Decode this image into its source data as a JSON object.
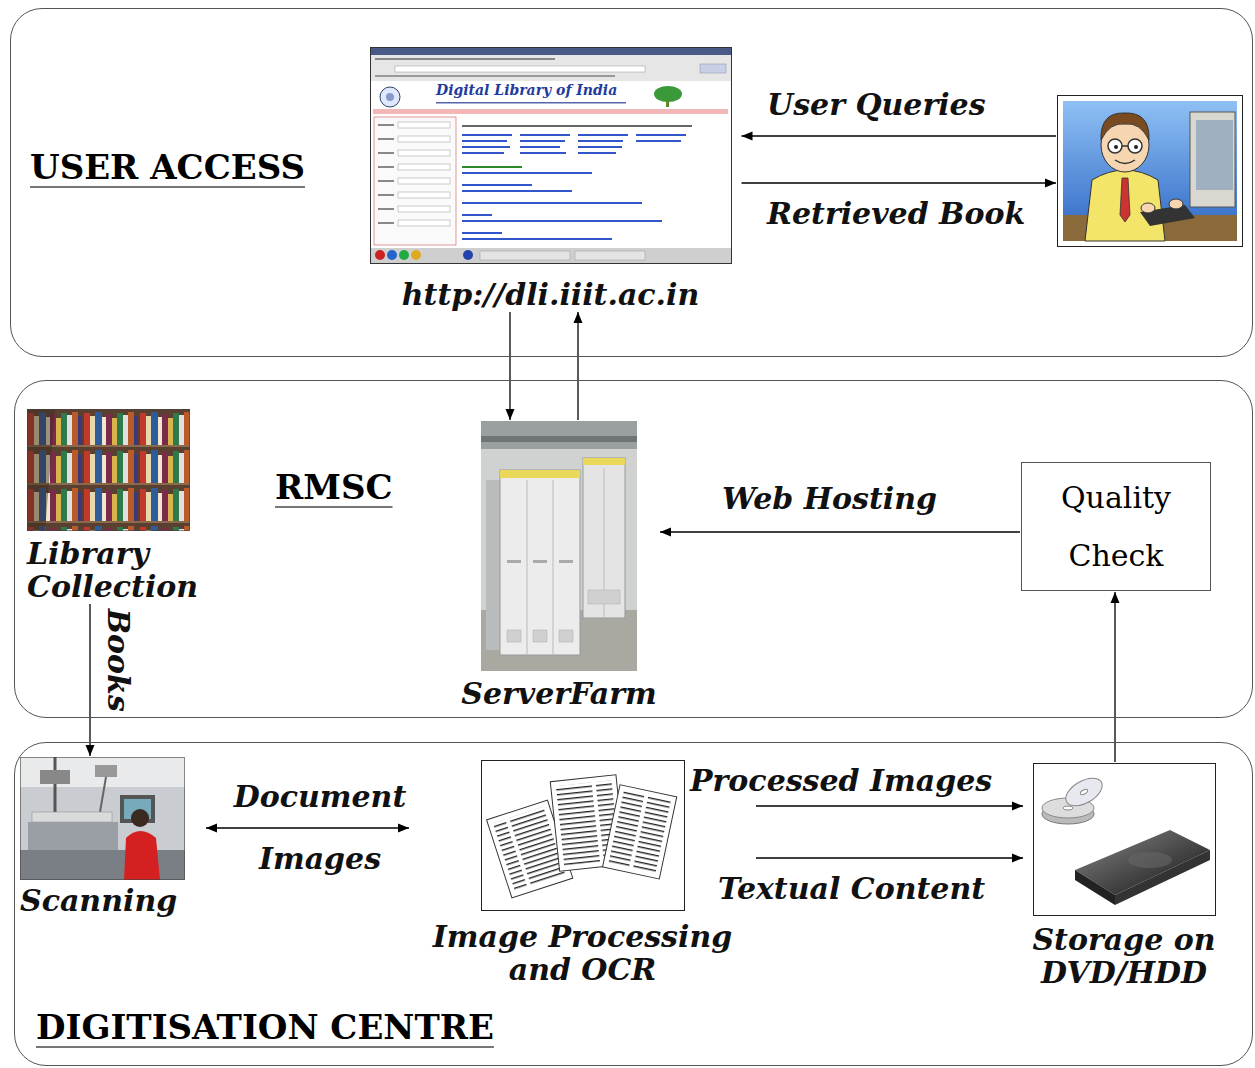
{
  "diagram": {
    "nodes": [
      {
        "text": [
          "USER ACCESS"
        ]
      },
      {
        "text": [
          "Digital Library of India",
          "http://dli.iiit.ac.in"
        ],
        "in": 0
      },
      {
        "text": [],
        "in": 0
      },
      {
        "text": [
          "RMSC"
        ]
      },
      {
        "text": [
          "Library Collection"
        ],
        "in": 3
      },
      {
        "text": [
          "ServerFarm"
        ],
        "in": 3
      },
      {
        "text": [
          "Quality Check"
        ],
        "in": 3
      },
      {
        "text": [
          "DIGITISATION CENTRE"
        ]
      },
      {
        "text": [
          "Scanning"
        ],
        "in": 7
      },
      {
        "text": [
          "Image Processing and OCR"
        ],
        "in": 7
      },
      {
        "text": [
          "Storage on DVD/HDD"
        ],
        "in": 7
      }
    ],
    "edges": [
      {
        "from": 2,
        "to": 1,
        "label": "User Queries",
        "arrow": "to"
      },
      {
        "from": 1,
        "to": 2,
        "label": "Retrieved Book",
        "arrow": "to"
      },
      {
        "from": 1,
        "to": 5,
        "arrow": "to"
      },
      {
        "from": 5,
        "to": 1,
        "arrow": "to"
      },
      {
        "from": 4,
        "to": 8,
        "label": "Books",
        "arrow": "to"
      },
      {
        "from": 8,
        "to": 9,
        "label": "Document Images",
        "arrow": "both"
      },
      {
        "from": 9,
        "to": 10,
        "label": "Processed Images",
        "arrow": "to"
      },
      {
        "from": 9,
        "to": 10,
        "label": "Textual Content",
        "arrow": "to"
      },
      {
        "from": 10,
        "to": 6,
        "arrow": "to"
      },
      {
        "from": 6,
        "to": 5,
        "label": "Web Hosting",
        "arrow": "to"
      }
    ]
  }
}
